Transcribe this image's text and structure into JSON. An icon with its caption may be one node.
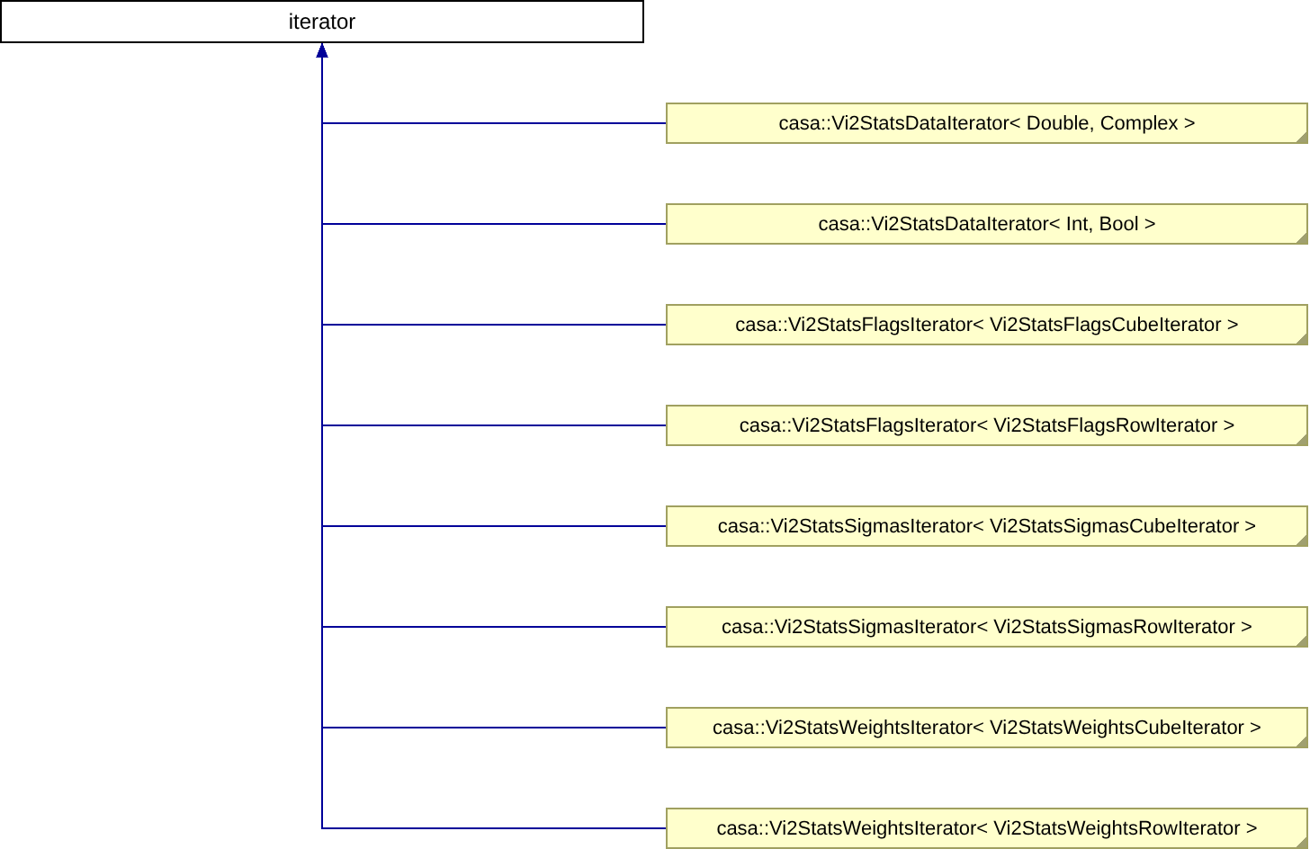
{
  "diagram": {
    "nodes": [
      {
        "text": [
          "iterator"
        ]
      },
      {
        "text": [
          "casa::Vi2StatsDataIterator< Double, Complex >"
        ]
      },
      {
        "text": [
          "casa::Vi2StatsDataIterator< Int, Bool >"
        ]
      },
      {
        "text": [
          "casa::Vi2StatsFlagsIterator< Vi2StatsFlagsCubeIterator >"
        ]
      },
      {
        "text": [
          "casa::Vi2StatsFlagsIterator< Vi2StatsFlagsRowIterator >"
        ]
      },
      {
        "text": [
          "casa::Vi2StatsSigmasIterator< Vi2StatsSigmasCubeIterator >"
        ]
      },
      {
        "text": [
          "casa::Vi2StatsSigmasIterator< Vi2StatsSigmasRowIterator >"
        ]
      },
      {
        "text": [
          "casa::Vi2StatsWeightsIterator< Vi2StatsWeightsCubeIterator >"
        ]
      },
      {
        "text": [
          "casa::Vi2StatsWeightsIterator< Vi2StatsWeightsRowIterator >"
        ]
      }
    ],
    "edges": [
      {
        "from": 1,
        "to": 0,
        "arrow": "to"
      },
      {
        "from": 2,
        "to": 0,
        "arrow": "to"
      },
      {
        "from": 3,
        "to": 0,
        "arrow": "to"
      },
      {
        "from": 4,
        "to": 0,
        "arrow": "to"
      },
      {
        "from": 5,
        "to": 0,
        "arrow": "to"
      },
      {
        "from": 6,
        "to": 0,
        "arrow": "to"
      },
      {
        "from": 7,
        "to": 0,
        "arrow": "to"
      },
      {
        "from": 8,
        "to": 0,
        "arrow": "to"
      }
    ]
  }
}
